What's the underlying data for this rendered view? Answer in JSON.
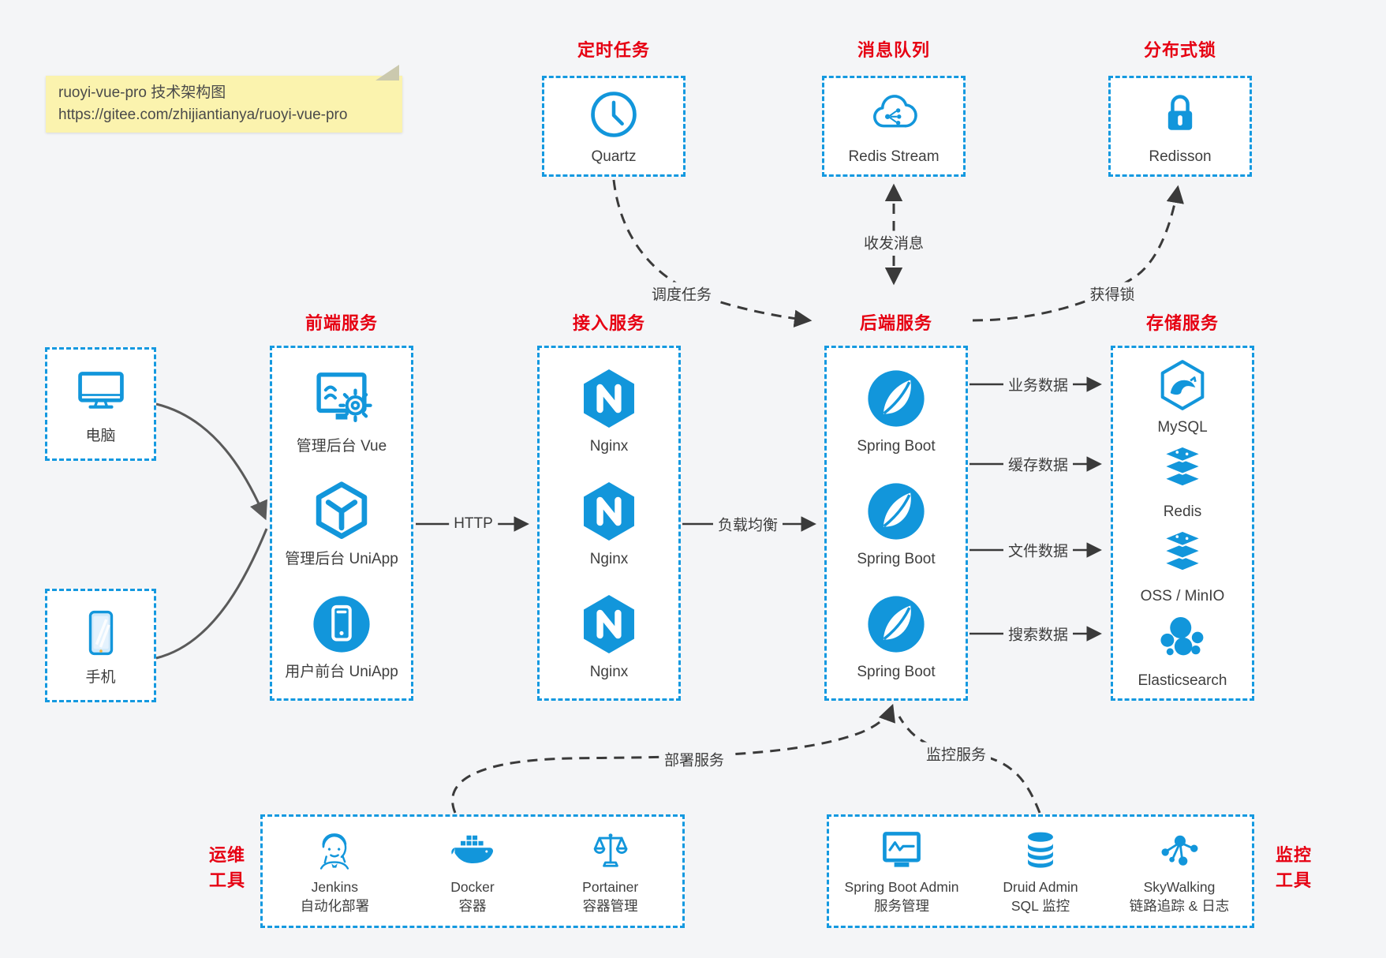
{
  "colors": {
    "accent": "#1296db",
    "title_red": "#e60012",
    "note_bg": "#fbf3ae",
    "line": "#3a3a3a",
    "canvas": "#f4f5f7"
  },
  "note": {
    "line1": "ruoyi-vue-pro 技术架构图",
    "line2": "https://gitee.com/zhijiantianya/ruoyi-vue-pro"
  },
  "top_services": [
    {
      "title": "定时任务",
      "label": "Quartz",
      "icon": "clock-icon"
    },
    {
      "title": "消息队列",
      "label": "Redis Stream",
      "icon": "cloud-stream-icon"
    },
    {
      "title": "分布式锁",
      "label": "Redisson",
      "icon": "lock-icon"
    }
  ],
  "clients": [
    {
      "label": "电脑",
      "icon": "desktop-icon"
    },
    {
      "label": "手机",
      "icon": "smartphone-icon"
    }
  ],
  "columns": [
    {
      "title": "前端服务",
      "items": [
        {
          "label": "管理后台 Vue",
          "icon": "admin-vue-icon"
        },
        {
          "label": "管理后台 UniApp",
          "icon": "uniapp-cube-icon"
        },
        {
          "label": "用户前台 UniApp",
          "icon": "user-app-icon"
        }
      ]
    },
    {
      "title": "接入服务",
      "items": [
        {
          "label": "Nginx",
          "icon": "nginx-icon"
        },
        {
          "label": "Nginx",
          "icon": "nginx-icon"
        },
        {
          "label": "Nginx",
          "icon": "nginx-icon"
        }
      ]
    },
    {
      "title": "后端服务",
      "items": [
        {
          "label": "Spring Boot",
          "icon": "spring-boot-icon"
        },
        {
          "label": "Spring Boot",
          "icon": "spring-boot-icon"
        },
        {
          "label": "Spring Boot",
          "icon": "spring-boot-icon"
        }
      ]
    },
    {
      "title": "存储服务",
      "items": [
        {
          "label": "MySQL",
          "icon": "mysql-icon"
        },
        {
          "label": "Redis",
          "icon": "redis-icon"
        },
        {
          "label": "OSS / MinIO",
          "icon": "oss-minio-icon"
        },
        {
          "label": "Elasticsearch",
          "icon": "elasticsearch-icon"
        }
      ]
    }
  ],
  "tool_groups": [
    {
      "title_line1": "运维",
      "title_line2": "工具",
      "items": [
        {
          "name": "Jenkins",
          "desc": "自动化部署",
          "icon": "jenkins-icon"
        },
        {
          "name": "Docker",
          "desc": "容器",
          "icon": "docker-icon"
        },
        {
          "name": "Portainer",
          "desc": "容器管理",
          "icon": "portainer-icon"
        }
      ]
    },
    {
      "title_line1": "监控",
      "title_line2": "工具",
      "items": [
        {
          "name": "Spring Boot Admin",
          "desc": "服务管理",
          "icon": "spring-boot-admin-icon"
        },
        {
          "name": "Druid Admin",
          "desc": "SQL 监控",
          "icon": "druid-icon"
        },
        {
          "name": "SkyWalking",
          "desc": "链路追踪 & 日志",
          "icon": "skywalking-icon"
        }
      ]
    }
  ],
  "edge_labels": {
    "schedule": "调度任务",
    "messaging": "收发消息",
    "lock": "获得锁",
    "http": "HTTP",
    "load_balance": "负载均衡",
    "business": "业务数据",
    "cache": "缓存数据",
    "file": "文件数据",
    "search": "搜索数据",
    "deploy": "部署服务",
    "monitor": "监控服务"
  }
}
